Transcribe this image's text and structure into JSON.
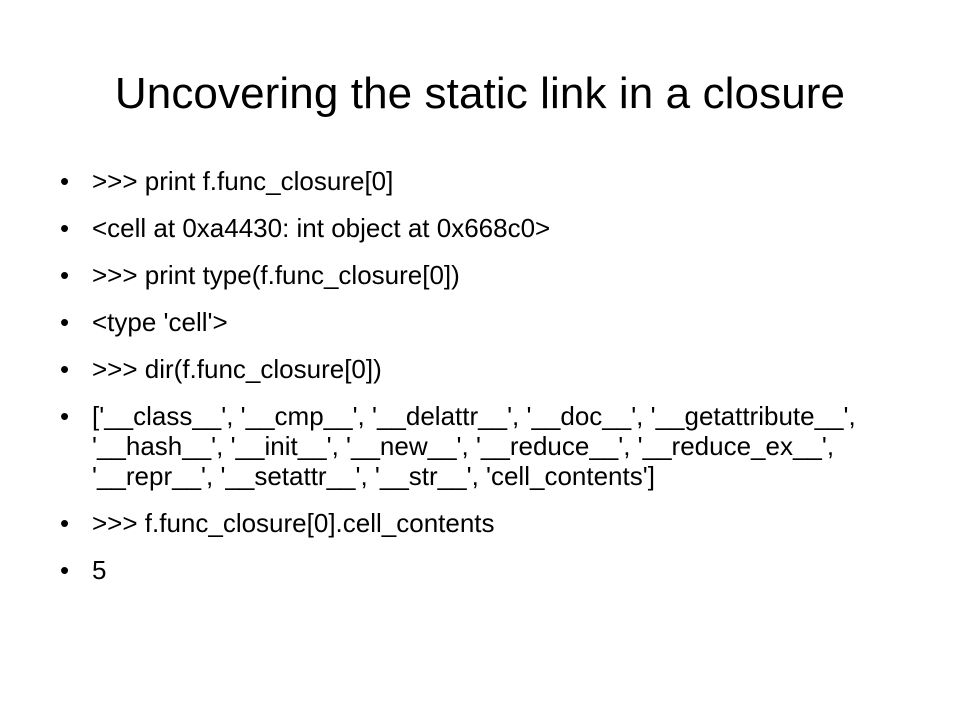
{
  "slide": {
    "title": "Uncovering the static link in a closure",
    "bullets": [
      ">>> print f.func_closure[0]",
      "<cell at 0xa4430: int object at 0x668c0>",
      ">>> print type(f.func_closure[0])",
      "<type 'cell'>",
      ">>> dir(f.func_closure[0])",
      "['__class__', '__cmp__', '__delattr__', '__doc__', '__getattribute__', '__hash__', '__init__', '__new__', '__reduce__', '__reduce_ex__', '__repr__', '__setattr__', '__str__', 'cell_contents']",
      ">>> f.func_closure[0].cell_contents",
      "5"
    ],
    "bullet_glyph": "•"
  }
}
